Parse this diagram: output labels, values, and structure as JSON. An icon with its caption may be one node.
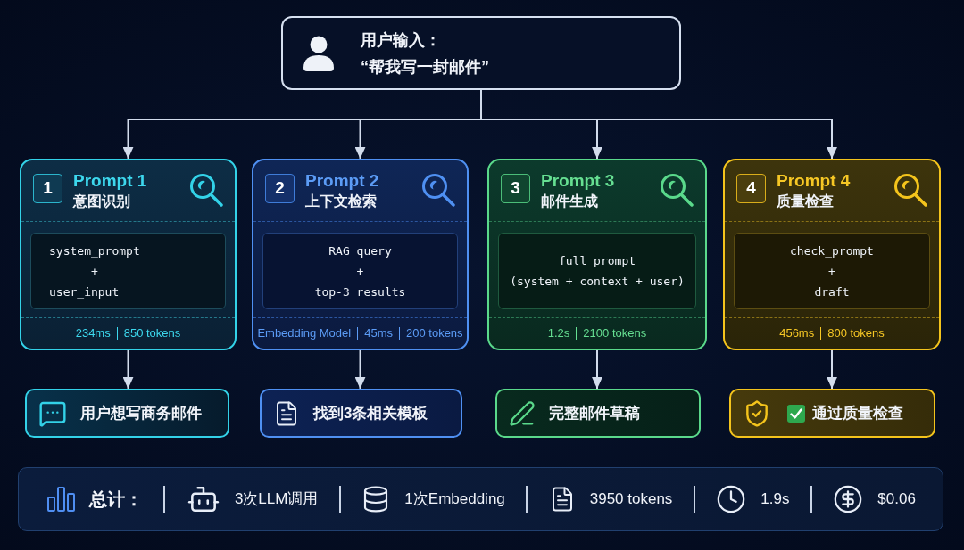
{
  "diagram": {
    "nodes": [
      {
        "text": [
          "用户输入：",
          "“帮我写一封邮件”"
        ]
      },
      {
        "text": [
          "1",
          "Prompt 1",
          "意图识别",
          "234ms",
          "850 tokens"
        ]
      },
      {
        "text": [
          "system_prompt",
          "+",
          "user_input"
        ],
        "in": 1
      },
      {
        "text": [
          "2",
          "Prompt 2",
          "上下文检索",
          "Embedding Model",
          "45ms",
          "200 tokens"
        ]
      },
      {
        "text": [
          "RAG query",
          "+",
          "top-3 results"
        ],
        "in": 3
      },
      {
        "text": [
          "3",
          "Prompt 3",
          "邮件生成",
          "1.2s",
          "2100 tokens"
        ]
      },
      {
        "text": [
          "full_prompt",
          "(system + context + user)"
        ],
        "in": 5
      },
      {
        "text": [
          "4",
          "Prompt 4",
          "质量检查",
          "456ms",
          "800 tokens"
        ]
      },
      {
        "text": [
          "check_prompt",
          "+",
          "draft"
        ],
        "in": 7
      },
      {
        "text": [
          "用户想写商务邮件"
        ]
      },
      {
        "text": [
          "找到3条相关模板"
        ]
      },
      {
        "text": [
          "完整邮件草稿"
        ]
      },
      {
        "text": [
          "通过质量检查"
        ]
      },
      {
        "text": [
          "总计：",
          "3次LLM调用",
          "1次Embedding",
          "3950 tokens",
          "1.9s",
          "$0.06"
        ]
      }
    ],
    "edges": [
      {
        "from": 0,
        "to": 1,
        "arrow": "to"
      },
      {
        "from": 0,
        "to": 3,
        "arrow": "to"
      },
      {
        "from": 0,
        "to": 5,
        "arrow": "to"
      },
      {
        "from": 0,
        "to": 7,
        "arrow": "to"
      },
      {
        "from": 1,
        "to": 9,
        "arrow": "to"
      },
      {
        "from": 3,
        "to": 10,
        "arrow": "to"
      },
      {
        "from": 5,
        "to": 11,
        "arrow": "to"
      },
      {
        "from": 7,
        "to": 12,
        "arrow": "to"
      }
    ]
  }
}
